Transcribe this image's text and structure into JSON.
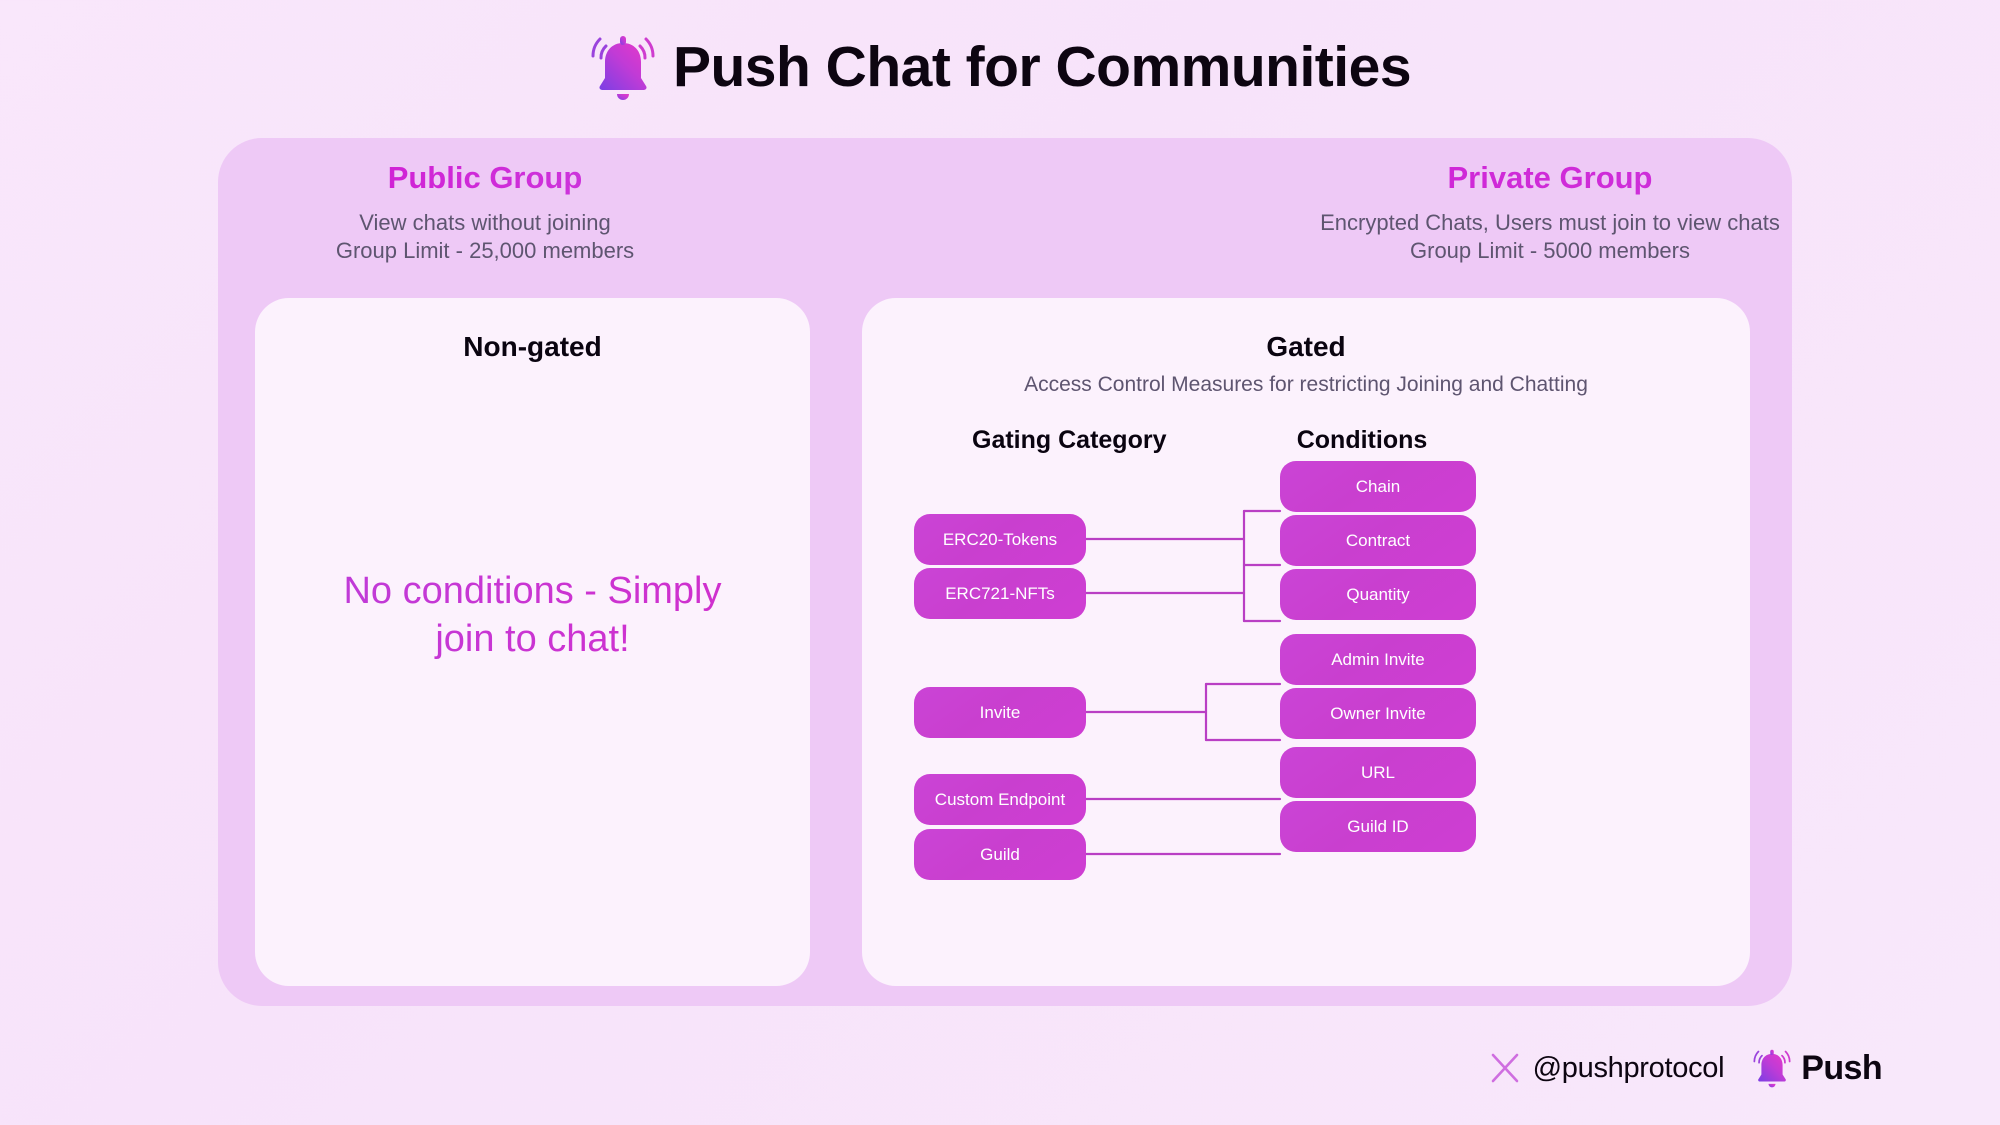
{
  "header": {
    "bell_icon": "bell-icon",
    "title": "Push Chat for Communities"
  },
  "columns": {
    "public": {
      "title": "Public Group",
      "sub_line1": "View chats without joining",
      "sub_line2": "Group Limit - 25,000 members"
    },
    "private": {
      "title": "Private Group",
      "sub_line1": "Encrypted Chats, Users must join to view chats",
      "sub_line2": "Group Limit - 5000 members"
    }
  },
  "left_card": {
    "title": "Non-gated",
    "message": "No conditions - Simply join to chat!"
  },
  "right_card": {
    "title": "Gated",
    "subtitle": "Access Control Measures for restricting Joining and Chatting",
    "gating_header": "Gating Category",
    "conditions_header": "Conditions",
    "groups": [
      {
        "categories": [
          "ERC20-Tokens",
          "ERC721-NFTs"
        ],
        "conditions": [
          "Chain",
          "Contract",
          "Quantity"
        ]
      },
      {
        "categories": [
          "Invite"
        ],
        "conditions": [
          "Admin Invite",
          "Owner Invite"
        ]
      },
      {
        "categories": [
          "Custom Endpoint"
        ],
        "conditions": [
          "URL"
        ]
      },
      {
        "categories": [
          "Guild"
        ],
        "conditions": [
          "Guild ID"
        ]
      }
    ]
  },
  "footer": {
    "x_icon": "x-logo-icon",
    "handle": "@pushprotocol",
    "brand_bell_icon": "bell-icon",
    "brand": "Push"
  },
  "colors": {
    "background": "#f8e6fa",
    "panel": "#eec9f6",
    "card": "#fcf2fd",
    "accent_magenta": "#cf20d4",
    "pill": "#c93fcf",
    "connector": "#b93fc4",
    "text_dark": "#0d0511",
    "text_muted": "#5e5570"
  }
}
